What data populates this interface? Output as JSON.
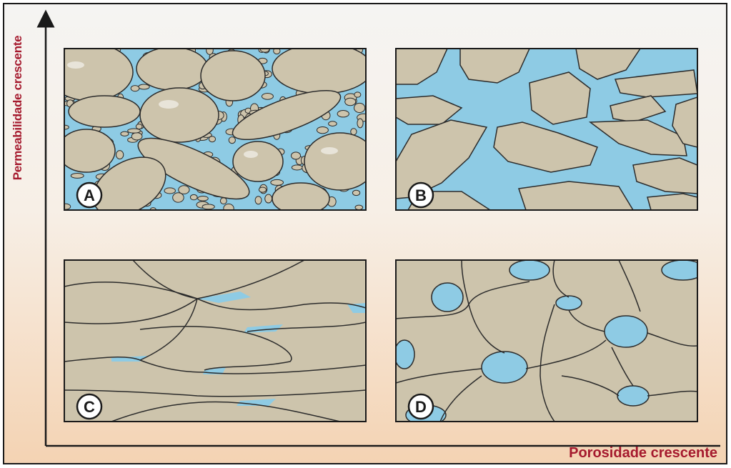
{
  "diagram": {
    "y_axis_label": "Permeabilidade crescente",
    "x_axis_label": "Porosidade crescente",
    "panels": [
      {
        "id": "A",
        "label": "A"
      },
      {
        "id": "B",
        "label": "B"
      },
      {
        "id": "C",
        "label": "C"
      },
      {
        "id": "D",
        "label": "D"
      }
    ],
    "colors": {
      "grain": "#cdc4ac",
      "grain_shadow": "#a99d82",
      "pore_water": "#8ecbe4",
      "outline": "#2b2b2b",
      "label_text": "#a51a2e"
    }
  }
}
